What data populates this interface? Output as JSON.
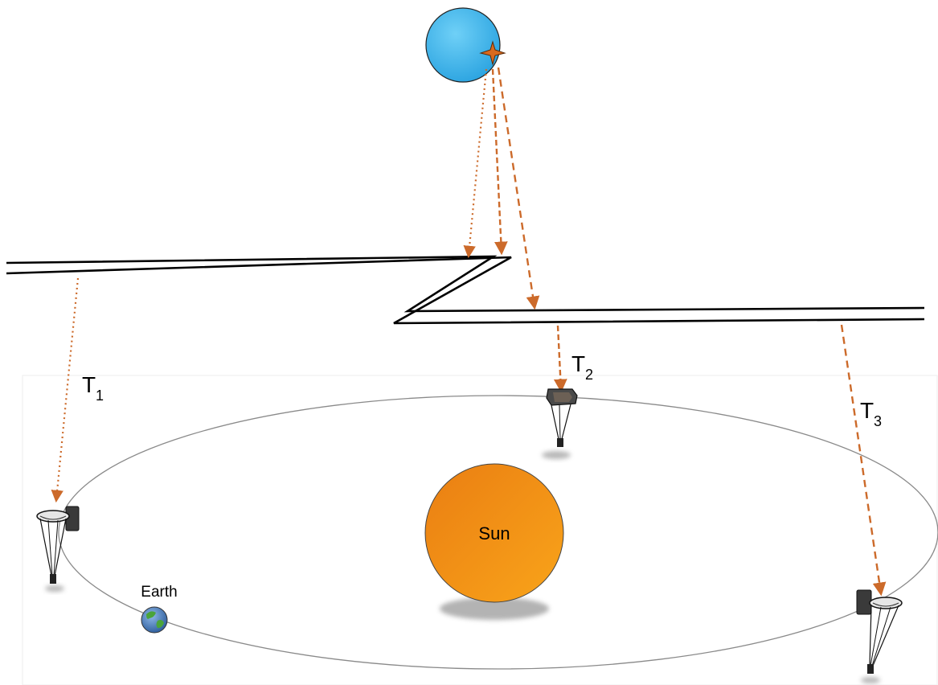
{
  "labels": {
    "t1": "T",
    "t1_sub": "1",
    "t2": "T",
    "t2_sub": "2",
    "t3": "T",
    "t3_sub": "3",
    "sun": "Sun",
    "earth": "Earth"
  },
  "colors": {
    "background": "#ffffff",
    "source_body": "#3fb2e6",
    "sun": "#f28c0f",
    "ray": "#cc6a2a",
    "orbit": "#8a8a8a",
    "earth_ocean": "#3a6fb0",
    "earth_land": "#4aa43a"
  },
  "icons": {
    "source_event": "star-burst-icon",
    "telescope": "space-telescope-icon",
    "earth": "globe-icon"
  }
}
